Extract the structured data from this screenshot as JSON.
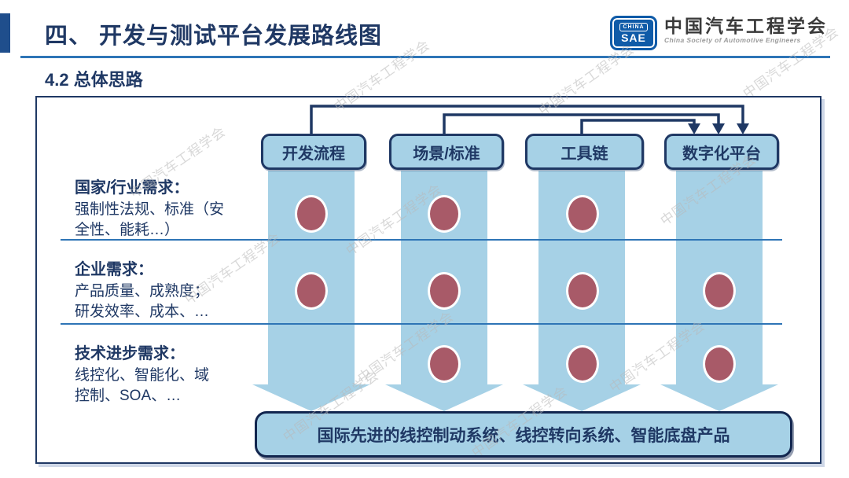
{
  "slide": {
    "title": "四、 开发与测试平台发展路线图",
    "subtitle": "4.2  总体思路"
  },
  "logo": {
    "badge_top": "CHINA",
    "badge_bottom": "SAE",
    "org_cn": "中国汽车工程学会",
    "org_en": "China Society of Automotive Engineers"
  },
  "watermark": {
    "text": "中国汽车工程学会"
  },
  "diagram": {
    "columns": [
      {
        "label": "开发流程"
      },
      {
        "label": "场景/标准"
      },
      {
        "label": "工具链"
      },
      {
        "label": "数字化平台"
      }
    ],
    "rows": [
      {
        "title": "国家/行业需求：",
        "desc_lines": [
          "强制性法规、标准（安",
          "全性、能耗…）"
        ],
        "dots": [
          true,
          true,
          true,
          false
        ]
      },
      {
        "title": "企业需求：",
        "desc_lines": [
          "产品质量、成熟度；",
          "研发效率、成本、…"
        ],
        "dots": [
          true,
          true,
          true,
          true
        ]
      },
      {
        "title": "技术进步需求：",
        "desc_lines": [
          "线控化、智能化、域",
          "控制、SOA、…"
        ],
        "dots": [
          false,
          true,
          true,
          true
        ]
      }
    ],
    "outcome": "国际先进的线控制动系统、线控转向系统、智能底盘产品"
  },
  "colors": {
    "navy": "#1f3864",
    "band": "#a6d1e6",
    "dot": "#a85a68",
    "line": "#2e75b6",
    "accent": "#1f4e8c"
  }
}
